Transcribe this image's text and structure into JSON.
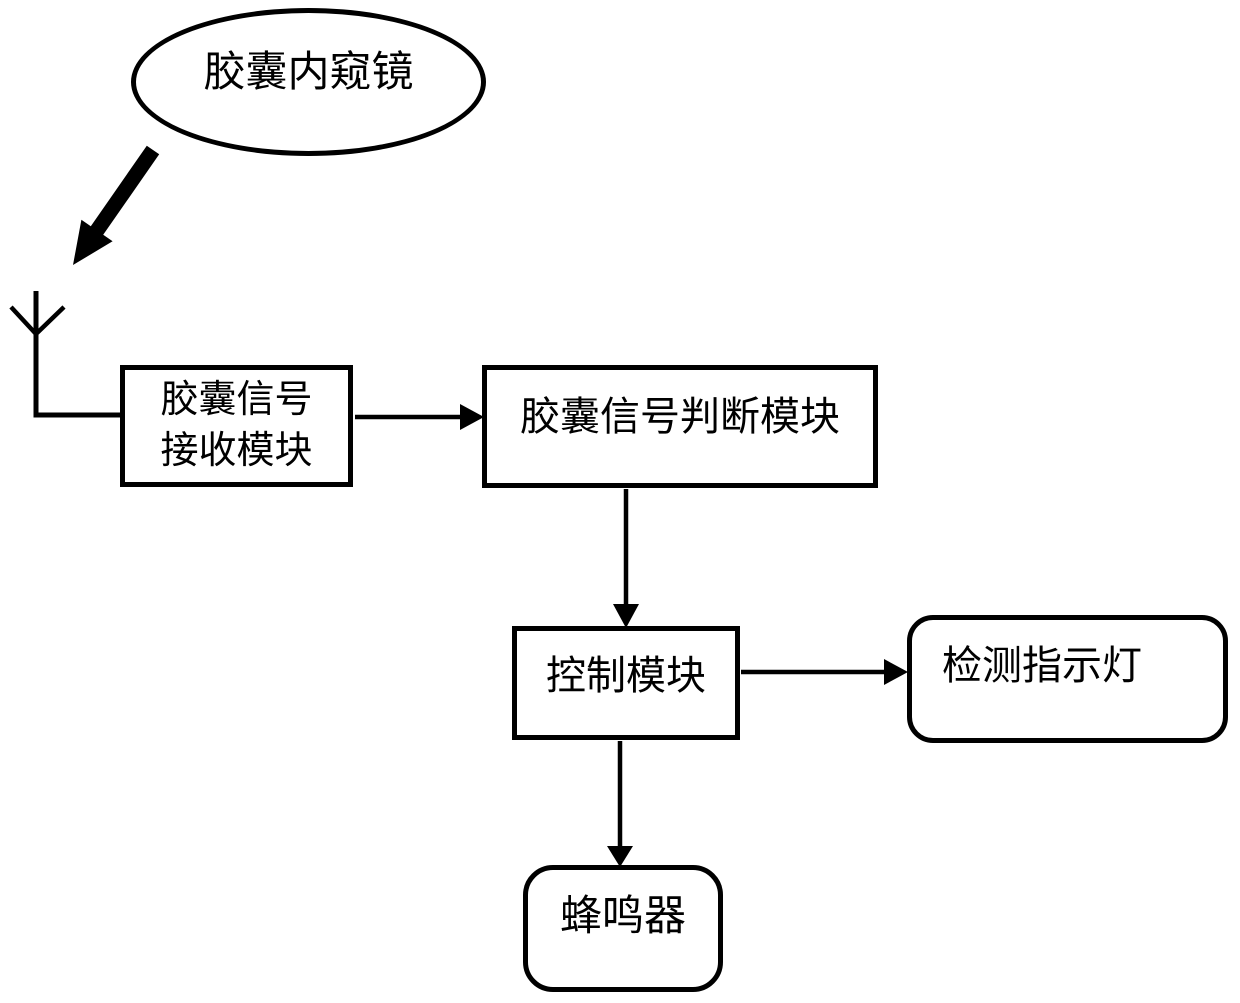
{
  "diagram": {
    "background_color": "#ffffff",
    "line_color": "#000000",
    "nodes": {
      "source": {
        "label": "胶囊内窥镜",
        "shape": "ellipse"
      },
      "receiver": {
        "label_line1": "胶囊信号",
        "label_line2": "接收模块",
        "shape": "rect"
      },
      "judge": {
        "label": "胶囊信号判断模块",
        "shape": "rect"
      },
      "control": {
        "label": "控制模块",
        "shape": "rect"
      },
      "indicator": {
        "label": "检测指示灯",
        "shape": "rounded-rect"
      },
      "buzzer": {
        "label": "蜂鸣器",
        "shape": "rounded-rect"
      }
    },
    "edges": [
      {
        "from": "source",
        "to": "antenna",
        "style": "thick-solid-arrow"
      },
      {
        "from": "antenna",
        "to": "receiver",
        "style": "plain-line"
      },
      {
        "from": "receiver",
        "to": "judge",
        "style": "arrow"
      },
      {
        "from": "judge",
        "to": "control",
        "style": "arrow"
      },
      {
        "from": "control",
        "to": "indicator",
        "style": "arrow"
      },
      {
        "from": "control",
        "to": "buzzer",
        "style": "arrow"
      }
    ]
  }
}
